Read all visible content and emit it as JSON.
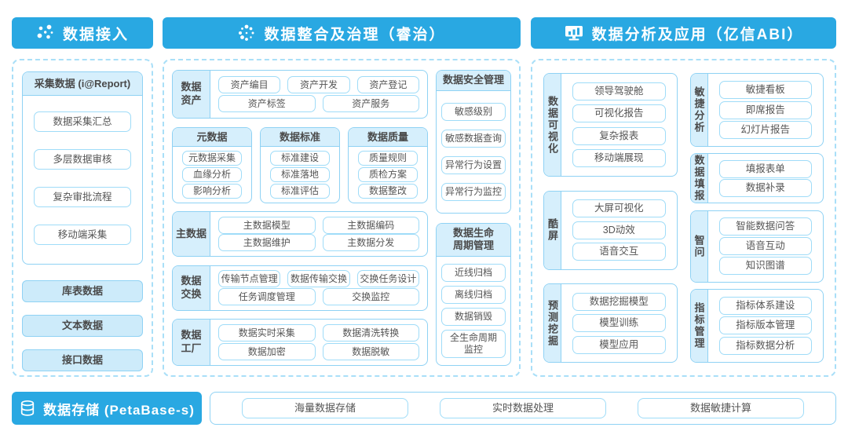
{
  "colors": {
    "header_blue": "#29A8E2",
    "panel_fill": "#D6EFFC",
    "border_blue": "#8FD2F4",
    "text": "#4A4A4A"
  },
  "icons": {
    "access": "network-dots-icon",
    "governance": "dot-swirl-icon",
    "analysis": "monitor-chart-icon",
    "storage": "database-icon"
  },
  "headers": {
    "access": "数据接入",
    "governance": "数据整合及治理（睿治）",
    "analysis": "数据分析及应用（亿信ABI）"
  },
  "access": {
    "collect_title": "采集数据 (i@Report)",
    "collect_items": [
      "数据采集汇总",
      "多层数据审核",
      "复杂审批流程",
      "移动端采集"
    ],
    "source_boxes": [
      "库表数据",
      "文本数据",
      "接口数据"
    ]
  },
  "gov": {
    "asset": {
      "label": "数据\n资产",
      "rows": [
        [
          "资产编目",
          "资产开发",
          "资产登记"
        ],
        [
          "资产标签",
          "资产服务"
        ]
      ]
    },
    "cards": [
      {
        "title": "元数据",
        "items": [
          "元数据采集",
          "血缘分析",
          "影响分析"
        ]
      },
      {
        "title": "数据标准",
        "items": [
          "标准建设",
          "标准落地",
          "标准评估"
        ]
      },
      {
        "title": "数据质量",
        "items": [
          "质量规则",
          "质检方案",
          "数据整改"
        ]
      }
    ],
    "master": {
      "label": "主数据",
      "rows": [
        [
          "主数据模型",
          "主数据编码"
        ],
        [
          "主数据维护",
          "主数据分发"
        ]
      ]
    },
    "exchange": {
      "label": "数据\n交换",
      "rows": [
        [
          "传输节点管理",
          "数据传输交换",
          "交换任务设计"
        ],
        [
          "任务调度管理",
          "交换监控"
        ]
      ]
    },
    "factory": {
      "label": "数据\n工厂",
      "rows": [
        [
          "数据实时采集",
          "数据清洗转换"
        ],
        [
          "数据加密",
          "数据脱敏"
        ]
      ]
    },
    "security": {
      "title": "数据安全管理",
      "items": [
        "敏感级别",
        "敏感数据查询",
        "异常行为设置",
        "异常行为监控"
      ]
    },
    "lifecycle": {
      "title": "数据生命\n周期管理",
      "items": [
        "近线归档",
        "离线归档",
        "数据销毁",
        "全生命周期\n监控"
      ]
    }
  },
  "ana": {
    "left_cards": [
      {
        "label": "数据可视化",
        "items": [
          "领导驾驶舱",
          "可视化报告",
          "复杂报表",
          "移动端展现"
        ]
      },
      {
        "label": "酷屏",
        "items": [
          "大屏可视化",
          "3D动效",
          "语音交互"
        ]
      },
      {
        "label": "预测挖掘",
        "items": [
          "数据挖掘模型",
          "模型训练",
          "模型应用"
        ]
      }
    ],
    "right_cards": [
      {
        "label": "敏捷分析",
        "items": [
          "敏捷看板",
          "即席报告",
          "幻灯片报告"
        ]
      },
      {
        "label": "数据填报",
        "items": [
          "填报表单",
          "数据补录"
        ]
      },
      {
        "label": "智问",
        "items": [
          "智能数据问答",
          "语音互动",
          "知识图谱"
        ]
      },
      {
        "label": "指标管理",
        "items": [
          "指标体系建设",
          "指标版本管理",
          "指标数据分析"
        ]
      }
    ]
  },
  "storage": {
    "title": "数据存储 (PetaBase-s)",
    "items": [
      "海量数据存储",
      "实时数据处理",
      "数据敏捷计算"
    ]
  }
}
